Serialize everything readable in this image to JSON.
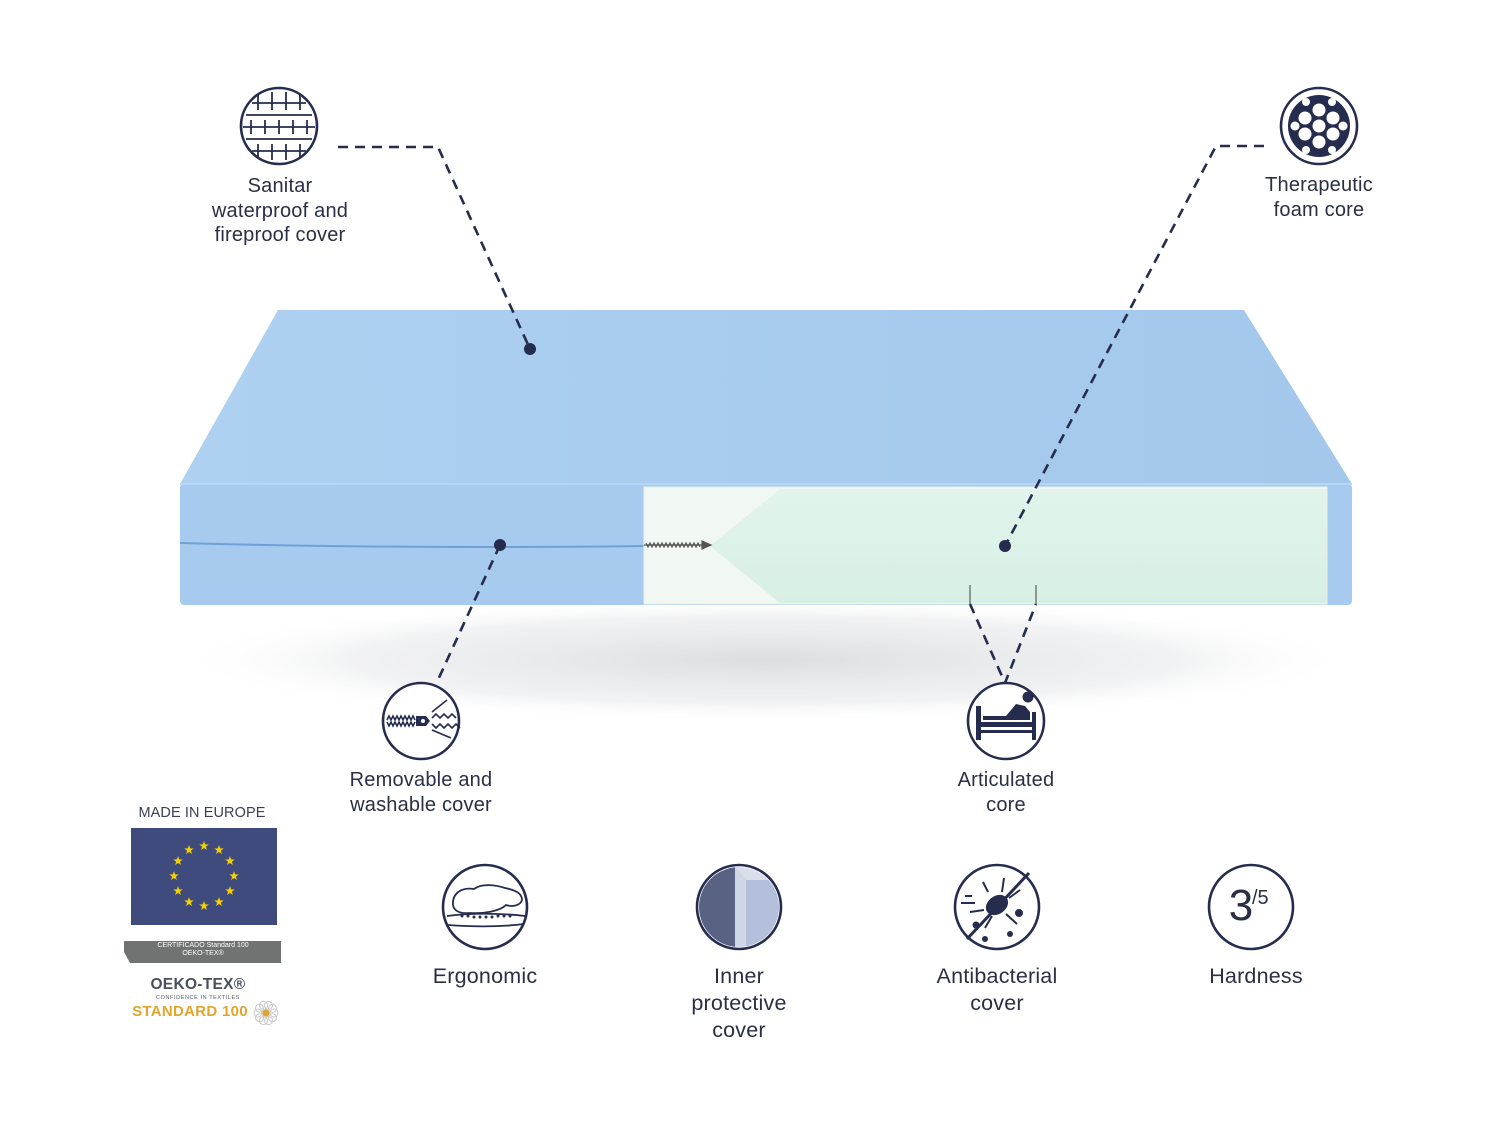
{
  "callouts": {
    "sanitar": {
      "lines": [
        "Sanitar",
        "waterproof and",
        "fireproof cover"
      ],
      "icon": "fabric-weave-icon"
    },
    "therapeutic": {
      "lines": [
        "Therapeutic",
        "foam core"
      ],
      "icon": "foam-cells-icon"
    },
    "removable": {
      "lines": [
        "Removable and",
        "washable cover"
      ],
      "icon": "zipper-icon"
    },
    "articulated": {
      "lines": [
        "Articulated",
        "core"
      ],
      "icon": "hospital-bed-icon"
    }
  },
  "features": [
    {
      "lines": [
        "Ergonomic"
      ],
      "icon": "body-contour-icon"
    },
    {
      "lines": [
        "Inner",
        "protective",
        "cover"
      ],
      "icon": "layered-cover-icon"
    },
    {
      "lines": [
        "Antibacterial",
        "cover"
      ],
      "icon": "no-bacteria-icon"
    },
    {
      "lines": [
        "Hardness"
      ],
      "icon": "hardness-rating-icon",
      "rating": "3",
      "scale": "/5"
    }
  ],
  "certifications": {
    "made_in": "MADE IN EUROPE",
    "band_line1": "CERTIFICADO Standard 100",
    "band_line2": "OEKO-TEX®",
    "oeko_name": "OEKO-TEX®",
    "oeko_sub": "CONFIDENCE IN TEXTILES",
    "oeko_standard": "STANDARD 100"
  },
  "colors": {
    "navy": "#262c4e",
    "mattress_top": "#a9cdf0",
    "mattress_side": "#a6cbee",
    "foam_core": "#dff3ea",
    "eu_blue": "#3f4a7d",
    "eu_star": "#f5d000",
    "oeko_orange": "#e2a52c"
  }
}
